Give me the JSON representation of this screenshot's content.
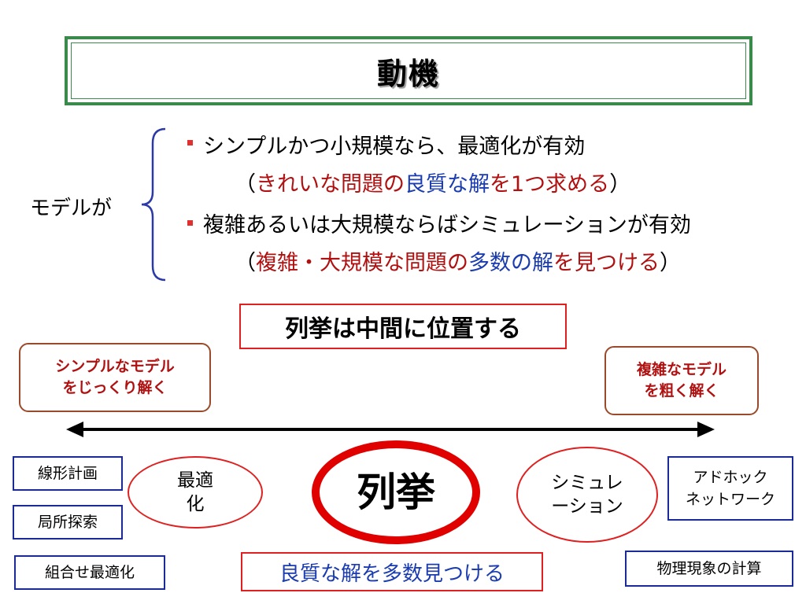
{
  "slide": {
    "title": "動機",
    "model_label": "モデルが",
    "bullet1": {
      "text": "シンプルかつ小規模なら、最適化が有効",
      "paren_open": "（",
      "s1": "きれいな問題の",
      "s2": "良質な解",
      "s3": "を1つ求める",
      "paren_close": "）"
    },
    "bullet2": {
      "text": "複雑あるいは大規模ならばシミュレーションが有効",
      "paren_open": "（",
      "s1": "複雑・大規模な問題の",
      "s2": "多数の解",
      "s3": "を見つける",
      "paren_close": "）"
    },
    "middle_box": "列挙は中間に位置する",
    "left_round": [
      "シンプルなモデル",
      "をじっくり解く"
    ],
    "right_round": [
      "複雑なモデル",
      "を粗く解く"
    ],
    "left_boxes": [
      "線形計画",
      "局所探索",
      "組合せ最適化"
    ],
    "right_boxes": {
      "adhoc": [
        "アドホック",
        "ネットワーク"
      ],
      "physics": "物理現象の計算"
    },
    "ellipse_opt": [
      "最適",
      "化"
    ],
    "ellipse_enum": "列挙",
    "ellipse_sim": [
      "シミュレ",
      "ーション"
    ],
    "bottom_box": "良質な解を多数見つける",
    "colors": {
      "title_border": "#3a8a4c",
      "accent_red": "#e02020",
      "text_red": "#b01010",
      "text_blue": "#1a3cb0",
      "box_blue": "#1a2a9a",
      "round_border": "#9a4a2a"
    }
  }
}
